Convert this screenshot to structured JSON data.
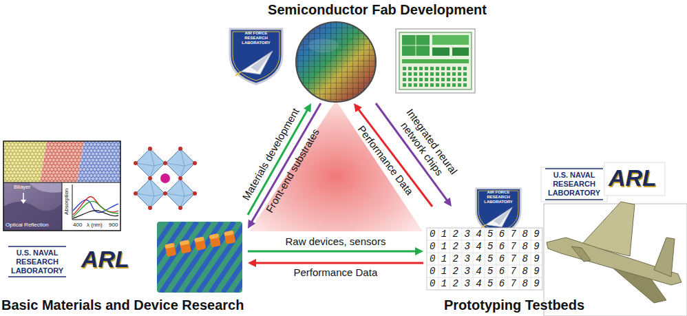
{
  "diagram": {
    "nodes": [
      {
        "text": [
          "Semiconductor Fab Development"
        ]
      },
      {
        "text": [
          "Basic Materials and Device Research"
        ]
      },
      {
        "text": [
          "Prototyping Testbeds"
        ]
      }
    ],
    "edges": [
      {
        "from": 1,
        "to": 0,
        "arrow": "to",
        "label": "Materials development"
      },
      {
        "from": 0,
        "to": 1,
        "arrow": "to",
        "label": "Front-end substrates"
      },
      {
        "from": 2,
        "to": 0,
        "arrow": "to",
        "label": "Performance Data"
      },
      {
        "from": 0,
        "to": 2,
        "arrow": "to",
        "label": "Integrated neural network chips"
      },
      {
        "from": 1,
        "to": 2,
        "arrow": "to",
        "label": "Raw devices, sensors"
      },
      {
        "from": 2,
        "to": 1,
        "arrow": "to",
        "label": "Performance Data"
      }
    ],
    "labels": [
      "AIR FORCE RESEARCH LABORATORY",
      "Bilayer",
      "Absorption",
      "400",
      "λ (nm)",
      "900",
      "Optical Reflection",
      "U.S. NAVAL RESEARCH LABORATORY",
      "ARL",
      "AIR FORCE RESEARCH LABORATORY",
      "U.S. NAVAL RESEARCH LABORATORY",
      "ARL",
      "0 1 2 3 4 5 6 7 8 9",
      "0 1 2 3 4 5 6 7 8 9",
      "0 1 2 3 4 5 6 7 8 9",
      "0 1 2 3 4 5 6 7 8 9",
      "0 1 2 3 4 5 6 7 8 9"
    ]
  }
}
